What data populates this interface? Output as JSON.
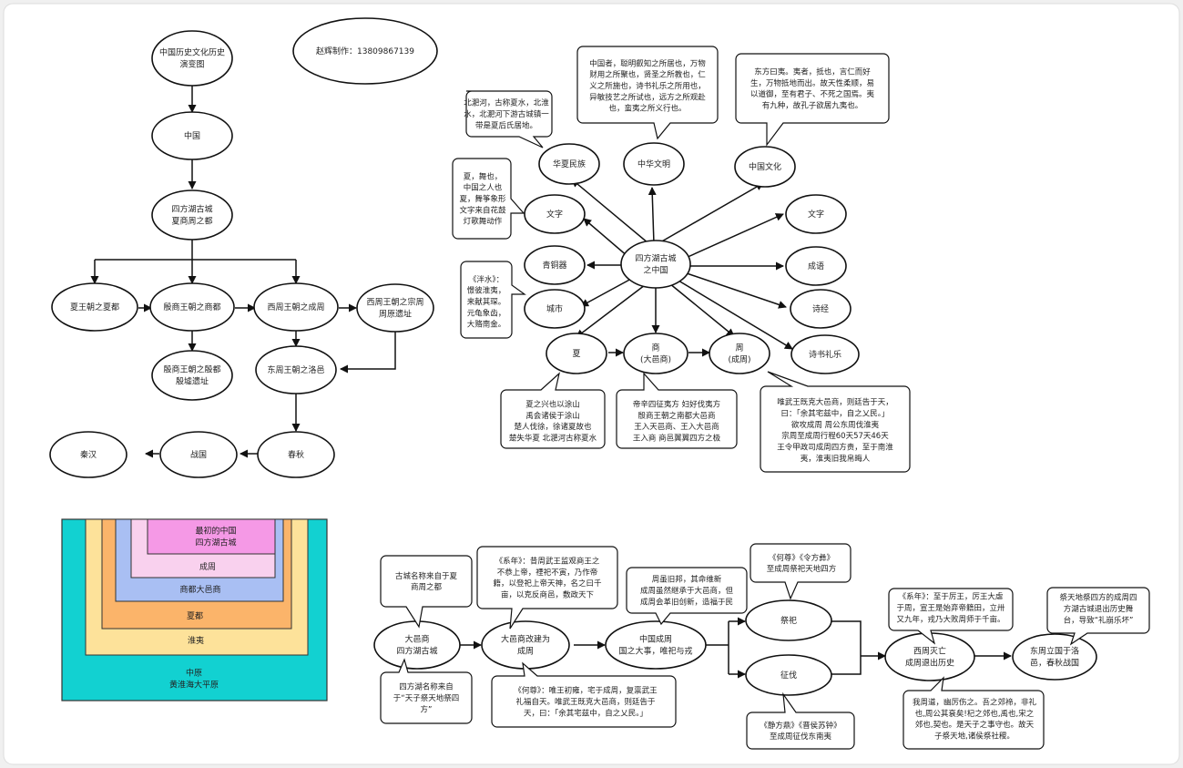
{
  "credit": "赵辉制作：13809867139",
  "left_tree": {
    "title": "中国历史文化历史演变图",
    "china": "中国",
    "sifang": "四方湖古城\n夏商周之都",
    "xia_du": "夏王朝之夏都",
    "yin_shang": "殷商王朝之商都",
    "xizhou_cheng": "西周王朝之成周",
    "xizhou_zong": "西周王朝之宗周\n周原遗址",
    "yinxu": "殷商王朝之殷都\n殷墟遗址",
    "dongzhou": "东周王朝之洛邑",
    "chunqiu": "春秋",
    "zhanguo": "战国",
    "qinhan": "秦汉"
  },
  "nested": {
    "zhongyuan": "中原\n黄淮海大平原",
    "huaiyi": "淮夷",
    "xiadu": "夏都",
    "shangdu": "商都大邑商",
    "chengzhou": "成周",
    "core": "最初的中国\n四方湖古城"
  },
  "radial": {
    "center": "四方湖古城\n之中国",
    "huaxia": "华夏民族",
    "zhonghua_wm": "中华文明",
    "zhongguo_wh": "中国文化",
    "wenzi_l": "文字",
    "qingtong": "青铜器",
    "chengshi": "城市",
    "xia": "夏",
    "shang": "商\n(大邑商)",
    "zhou": "周\n(成周)",
    "wenzi_r": "文字",
    "chengyu": "成语",
    "shijing": "诗经",
    "shishu": "诗书礼乐",
    "b_huaxia": "北淝河，古称夏水，北淮\n水，北淝河下游古城镇一\n带是夏后氏居地。",
    "b_zhonghua": "中国者，聪明叡知之所居也，万物\n财用之所聚也，贤圣之所教也，仁\n义之所施也，诗书礼乐之所用也，\n异敏技艺之所试也，远方之所观赴\n也，蛮夷之所义行也。",
    "b_wenhua": "东方曰夷。夷者，抵也，言仁而好\n生，万物抵地而出。故天性柔顺，易\n以道御，至有君子、不死之国焉。夷\n有九种，故孔子欲居九夷也。",
    "b_xia_word": "夏，舞也，\n中国之人也\n夏，舞筝象形\n文字来自花鼓\n灯歌舞动作",
    "b_panshui": "《泮水》：\n憬彼淮夷，\n来献其琛。\n元龟象齿，\n大赂南金。",
    "b_xia": "夏之兴也以涂山\n禹会诸侯于涂山\n楚人伐徐，徐诸夏故也\n楚失华夏 北淝河古称夏水",
    "b_shang": "帝辛四征夷方 妇好伐夷方\n殷商王朝之南都大邑商\n王入天邑商、王入大邑商\n王入商 商邑翼翼四方之极",
    "b_zhou": "唯武王既克大邑商，则廷告于天，\n曰：「余其宅兹中，自之乂民。」\n欲攻成周 周公东周伐淮夷\n宗周至成周行程60天57天46天\n王令甲政司成周四方责，至于南淮\n夷，淮夷旧我帛畮人"
  },
  "flow": {
    "dayishang": "大邑商\n四方湖古城",
    "gaijian": "大邑商改建为\n成周",
    "chengzhou": "中国成周\n国之大事，唯祀与戎",
    "jisi": "祭祀",
    "zhengfa": "征伐",
    "miewang": "西周灭亡\n成周退出历史",
    "dongzhou": "东周立国于洛\n邑，春秋战国",
    "b_gucheng": "古城名称来自于夏\n商周之都",
    "b_sifang": "四方湖名称来自\n于“天子祭天地祭四\n方”",
    "b_xinian": "《系年》：昔周武王监观商王之\n不恭上帝，禋祀不寅，乃作帝\n籍，以登祀上帝天神，名之曰千\n亩，以克反商邑，敷政天下",
    "b_hezun1": "《何尊》：唯王初雍，宅于成周，复禀武王\n礼福自天。唯武王既克大邑商，则廷告于\n天，曰：「余其宅兹中，自之乂民。」",
    "b_zhoujiu": "周虽旧邦，其命维新\n成周虽然继承于大邑商，但\n成周会革旧创新，造福于民",
    "b_hezun2": "《何尊》《令方彝》\n至成周祭祀天地四方",
    "b_shifang": "《静方鼎》《晋侯苏钟》\n至成周征伐东南夷",
    "b_xinian2": "《系年》：至于厉王，厉王大虐\n于周，宣王是始弃帝籍田，立卅\n又九年，戎乃大败周师于千亩。",
    "b_zhoudao": "我周道，幽厉伤之。吾之郊禘，非礼\n也,周公其衰矣!杞之郊也,禹也,宋之\n郊也,契也。是天子之事守也。故天\n子祭天地,诸侯祭社稷。",
    "b_jitiandi": "祭天地祭四方的成周四\n方湖古城退出历史舞\n台，导致“礼崩乐坏”"
  }
}
